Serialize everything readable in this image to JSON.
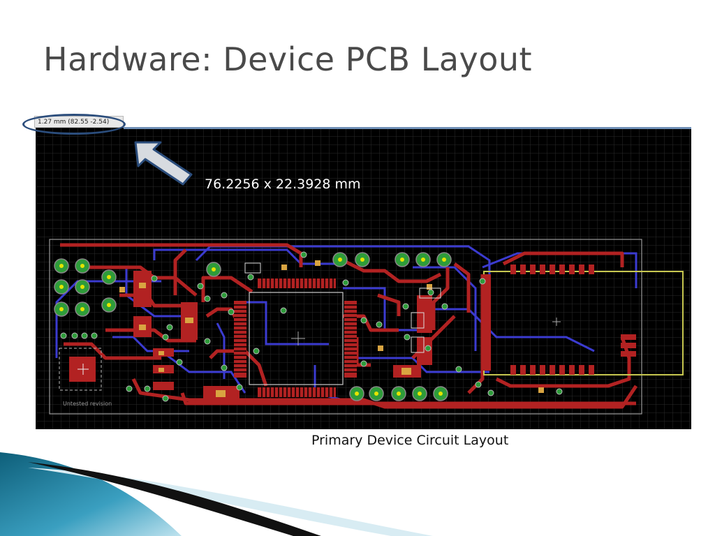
{
  "slide": {
    "title": "Hardware: Device PCB Layout",
    "caption": "Primary Device Circuit Layout"
  },
  "editor": {
    "coordinate_readout": "1.27 mm (82.55 -2.54)",
    "dimension_label": "76.2256 x 22.3928 mm",
    "revision_label": "Untested revision"
  },
  "colors": {
    "background": "#000000",
    "top_copper": "#b22222",
    "bottom_copper": "#3b3bd0",
    "pads": "#2e9c3a",
    "outline": "#c8c850",
    "callout": "#2b4d7c",
    "title": "#4a4a4a"
  }
}
